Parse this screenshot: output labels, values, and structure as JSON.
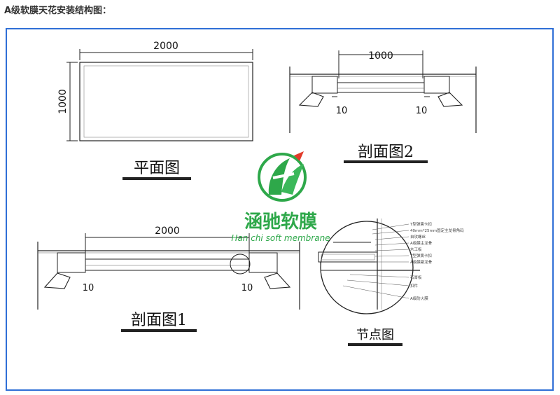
{
  "page": {
    "title": "A级软膜天花安装结构图："
  },
  "plan": {
    "caption": "平面图",
    "width_label": "2000",
    "height_label": "1000"
  },
  "section2": {
    "caption": "剖面图2",
    "width_label": "1000",
    "gap_left": "10",
    "gap_right": "10"
  },
  "section1": {
    "caption": "剖面图1",
    "width_label": "2000",
    "gap_left": "10",
    "gap_right": "10"
  },
  "node": {
    "caption": "节点图",
    "notes": [
      "T型弹簧卡扣",
      "40mm*25mm固定主龙骨角码",
      "自攻螺丝",
      "A级膜主龙骨",
      "木工板",
      "T型弹簧卡扣",
      "A级膜副龙骨",
      "石膏板",
      "扣件",
      "A级防火膜"
    ]
  },
  "watermark": {
    "cn": "涵驰软膜",
    "en": "Han chi soft membrane"
  },
  "colors": {
    "frame": "#2f6fd6",
    "logo_green": "#2ea84a",
    "logo_red": "#e23a2a",
    "line": "#222222"
  }
}
